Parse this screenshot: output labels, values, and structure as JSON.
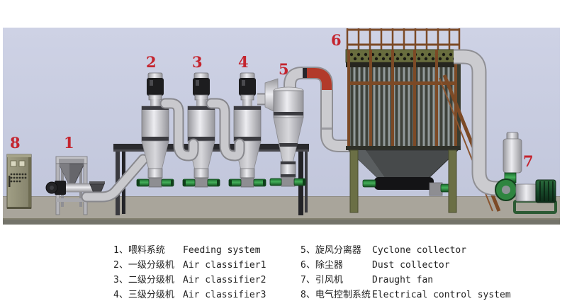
{
  "diagram": {
    "markers": [
      "1",
      "2",
      "3",
      "4",
      "5",
      "6",
      "7",
      "8"
    ],
    "marker_color": "#c4242e",
    "background_color": "#c6cbde",
    "floor_color": "#a9a59b",
    "floor_edge_color": "#73736a",
    "pipe_color": "#c9c9cd",
    "red_duct_color": "#b23a2a",
    "valve_green_color": "#2f8540",
    "dust_collector_olive_color": "#686d3e",
    "railing_brown_color": "#7c4a26",
    "cabinet_khaki_color": "#908e74"
  },
  "legend": {
    "left": [
      {
        "cn": "1、喂料系统",
        "en": "Feeding system"
      },
      {
        "cn": "2、一级分级机",
        "en": "Air classifier1"
      },
      {
        "cn": "3、二级分级机",
        "en": "Air classifier2"
      },
      {
        "cn": "4、三级分级机",
        "en": "Air classifier3"
      }
    ],
    "right": [
      {
        "cn": "5、旋风分离器",
        "en": "Cyclone collector"
      },
      {
        "cn": "6、除尘器",
        "en": "Dust collector"
      },
      {
        "cn": "7、引风机",
        "en": "Draught fan"
      },
      {
        "cn": "8、电气控制系统",
        "en": "Electrical control system"
      }
    ]
  }
}
